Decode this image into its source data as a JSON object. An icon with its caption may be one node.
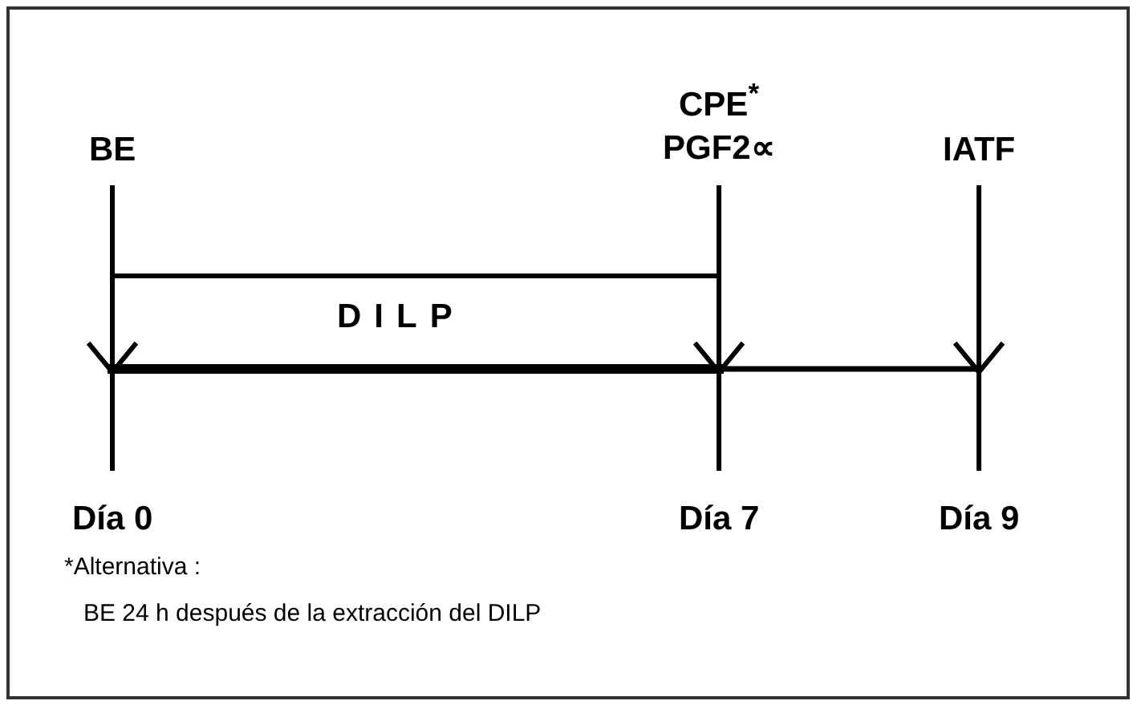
{
  "diagram": {
    "labels": [
      "CPE$^{*}$",
      "BE",
      "PGF2∝",
      "IATF",
      "DILP",
      "Día 0",
      "Día 7",
      "Día 9",
      "*Alternativa :",
      "BE 24 h después de la extracción del DILP"
    ]
  }
}
